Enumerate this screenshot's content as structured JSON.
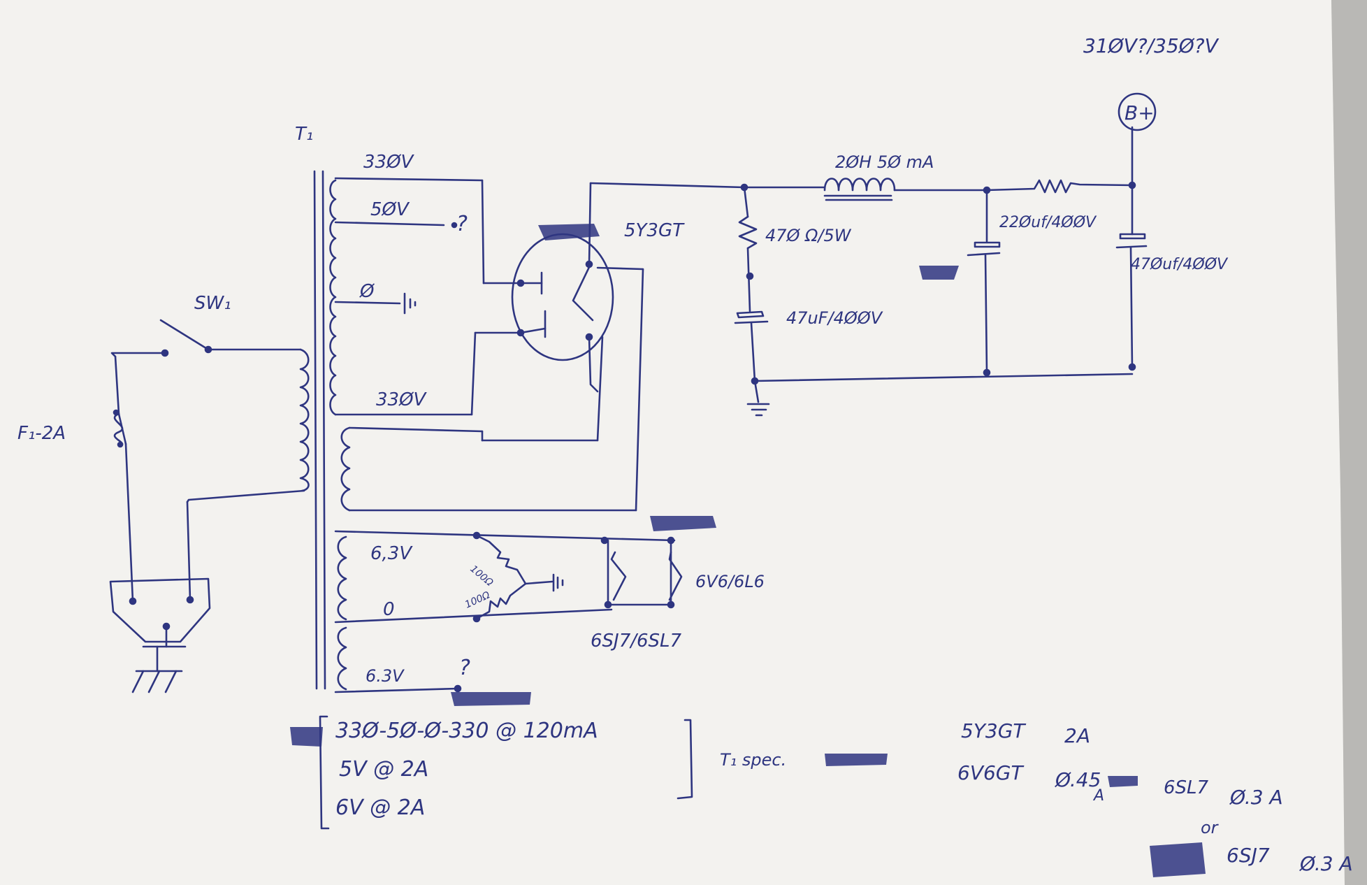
{
  "colors": {
    "ink": "#2e3580",
    "paper": "#f3f2ef",
    "paper_shadow": "#b9b8b5"
  },
  "labels": {
    "bplus_voltage": "31ØV?/35Ø?V",
    "bplus": "B+",
    "transformer": "T₁",
    "switch": "SW₁",
    "fuse": "F₁-2A",
    "tap_330_top": "33ØV",
    "tap_50": "5ØV",
    "tap_50_question": "?",
    "tap_0": "Ø",
    "tap_330_bottom": "33ØV",
    "heater_63_top": "6,3V",
    "heater_0": "0",
    "heater_63_bottom": "6.3V",
    "heater_63_question": "?",
    "rectifier": "5Y3GT",
    "choke": "2ØH 5Ø mA",
    "bleeder_resistor": "47Ø Ω/5W",
    "cap_47": "47uF/4ØØV",
    "cap_220": "22Øuf/4ØØV",
    "cap_470": "47Øuf/4ØØV",
    "hum_res_1": "100Ω",
    "hum_res_2": "100Ω",
    "tube_6v6": "6V6/6L6",
    "tube_6sj7": "6SJ7/6SL7"
  },
  "spec": {
    "line1": "33Ø-5Ø-Ø-330  @  120mA",
    "line2": "5V @ 2A",
    "line3": "6V @ 2A",
    "caption": "T₁ spec."
  },
  "currents": {
    "r1_tube": "5Y3GT",
    "r1_val": "2A",
    "r2_tube": "6V6GT",
    "r2_val": "Ø.45",
    "r2_unit": "A",
    "r3_tube": "6SL7",
    "r3_val": "Ø.3 A",
    "or": "or",
    "r4_tube": "6SJ7",
    "r4_val": "Ø.3 A"
  }
}
